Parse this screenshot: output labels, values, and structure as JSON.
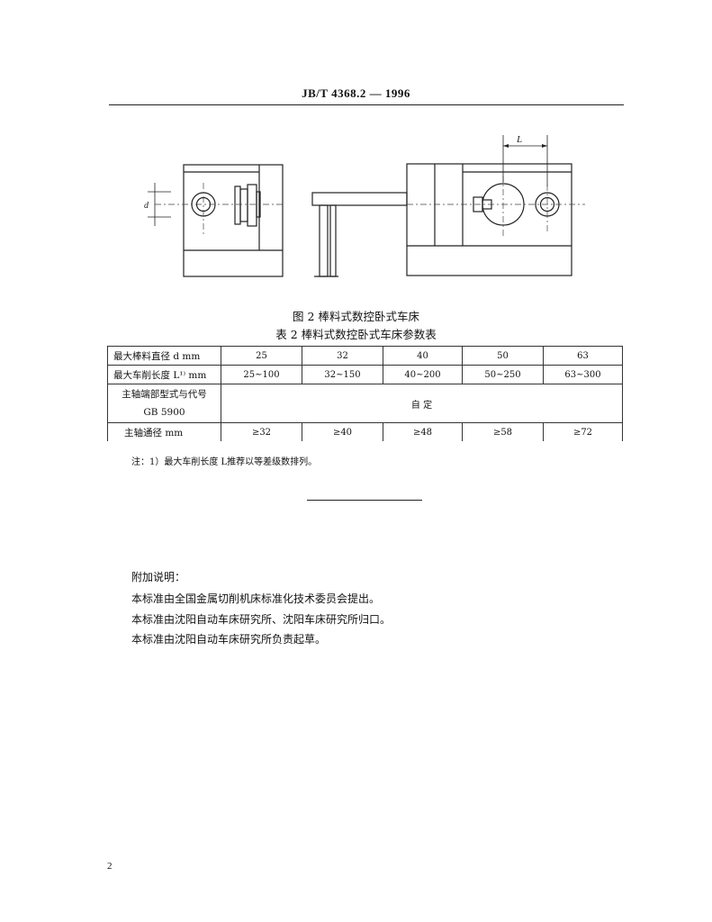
{
  "header": {
    "title": "JB/T 4368.2 — 1996"
  },
  "figure": {
    "dimension_label_top": "L",
    "dimension_label_left": "d",
    "caption": "图 2   棒料式数控卧式车床"
  },
  "table": {
    "caption": "表 2   棒料式数控卧式车床参数表",
    "rows": [
      {
        "label": "最大棒料直径 d   mm",
        "values": [
          "25",
          "32",
          "40",
          "50",
          "63"
        ]
      },
      {
        "label": "最大车削长度 L¹⁾   mm",
        "values": [
          "25~100",
          "32~150",
          "40~200",
          "50~250",
          "63~300"
        ]
      },
      {
        "label_line1": "主轴端部型式与代号",
        "label_line2": "GB 5900",
        "value": "自   定"
      },
      {
        "label": "主轴通径   mm",
        "values": [
          "≥32",
          "≥40",
          "≥48",
          "≥58",
          "≥72"
        ]
      }
    ]
  },
  "note": "注：1）最大车削长度 L推荐以等差级数排列。",
  "additional": {
    "heading": "附加说明：",
    "lines": [
      "本标准由全国金属切削机床标准化技术委员会提出。",
      "本标准由沈阳自动车床研究所、沈阳车床研究所归口。",
      "本标准由沈阳自动车床研究所负责起草。"
    ]
  },
  "page_number": "2"
}
